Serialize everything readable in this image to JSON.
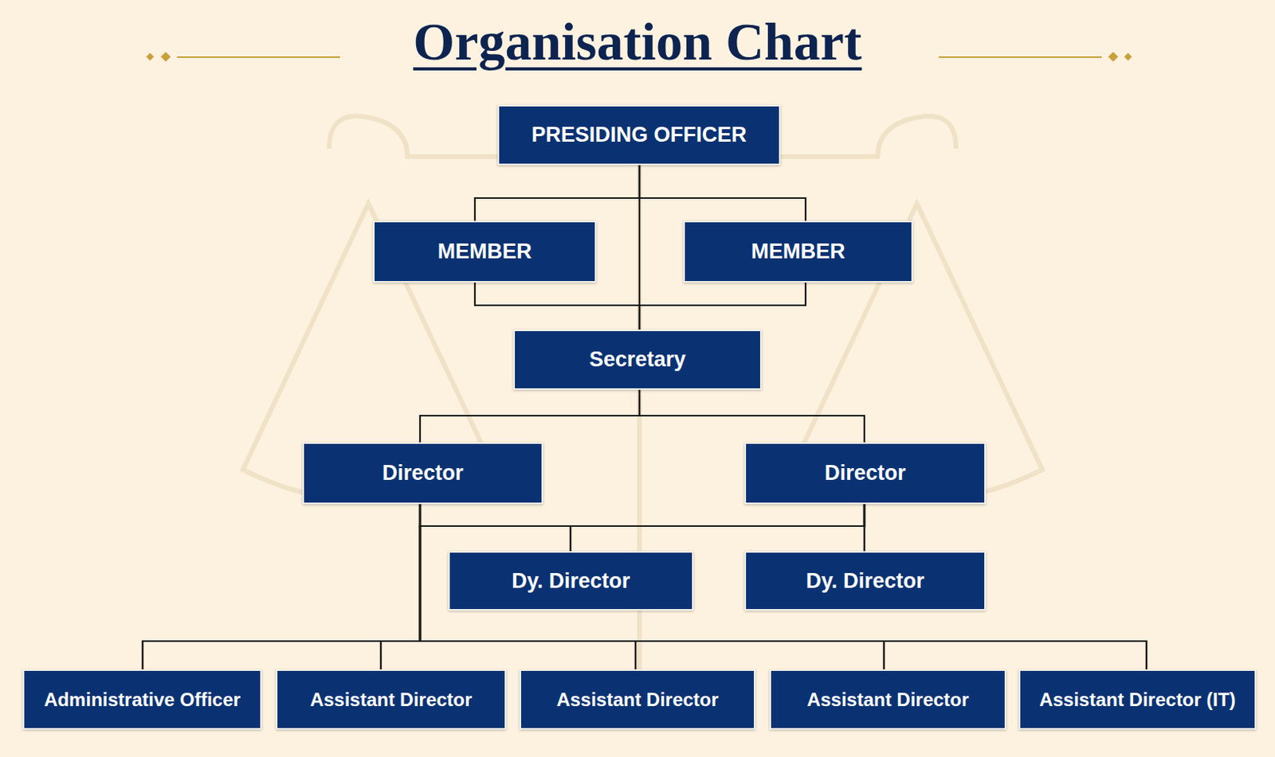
{
  "diagram": {
    "title": "Organisation Chart",
    "nodes": [
      {
        "text": [
          "PRESIDING OFFICER"
        ]
      },
      {
        "text": [
          "MEMBER"
        ]
      },
      {
        "text": [
          "MEMBER"
        ]
      },
      {
        "text": [
          "Secretary"
        ]
      },
      {
        "text": [
          "Director"
        ]
      },
      {
        "text": [
          "Director"
        ]
      },
      {
        "text": [
          "Dy. Director"
        ]
      },
      {
        "text": [
          "Dy. Director"
        ]
      },
      {
        "text": [
          "Administrative Officer"
        ]
      },
      {
        "text": [
          "Assistant Director"
        ]
      },
      {
        "text": [
          "Assistant Director"
        ]
      },
      {
        "text": [
          "Assistant Director"
        ]
      },
      {
        "text": [
          "Assistant Director (IT)"
        ]
      }
    ],
    "edges": [
      {
        "from": 0,
        "to": 1,
        "arrow": "none"
      },
      {
        "from": 0,
        "to": 2,
        "arrow": "none"
      },
      {
        "from": 0,
        "to": 3,
        "arrow": "none"
      },
      {
        "from": 1,
        "to": 3,
        "arrow": "none"
      },
      {
        "from": 2,
        "to": 3,
        "arrow": "none"
      },
      {
        "from": 3,
        "to": 4,
        "arrow": "none"
      },
      {
        "from": 3,
        "to": 5,
        "arrow": "none"
      },
      {
        "from": 4,
        "to": 6,
        "arrow": "none"
      },
      {
        "from": 4,
        "to": 7,
        "arrow": "none"
      },
      {
        "from": 5,
        "to": 6,
        "arrow": "none"
      },
      {
        "from": 5,
        "to": 7,
        "arrow": "none"
      },
      {
        "from": 4,
        "to": 8,
        "arrow": "none"
      },
      {
        "from": 4,
        "to": 9,
        "arrow": "none"
      },
      {
        "from": 4,
        "to": 10,
        "arrow": "none"
      },
      {
        "from": 4,
        "to": 11,
        "arrow": "none"
      },
      {
        "from": 4,
        "to": 12,
        "arrow": "none"
      },
      {
        "from": 5,
        "to": 8,
        "arrow": "none"
      },
      {
        "from": 5,
        "to": 9,
        "arrow": "none"
      },
      {
        "from": 5,
        "to": 10,
        "arrow": "none"
      },
      {
        "from": 5,
        "to": 11,
        "arrow": "none"
      },
      {
        "from": 5,
        "to": 12,
        "arrow": "none"
      }
    ]
  }
}
